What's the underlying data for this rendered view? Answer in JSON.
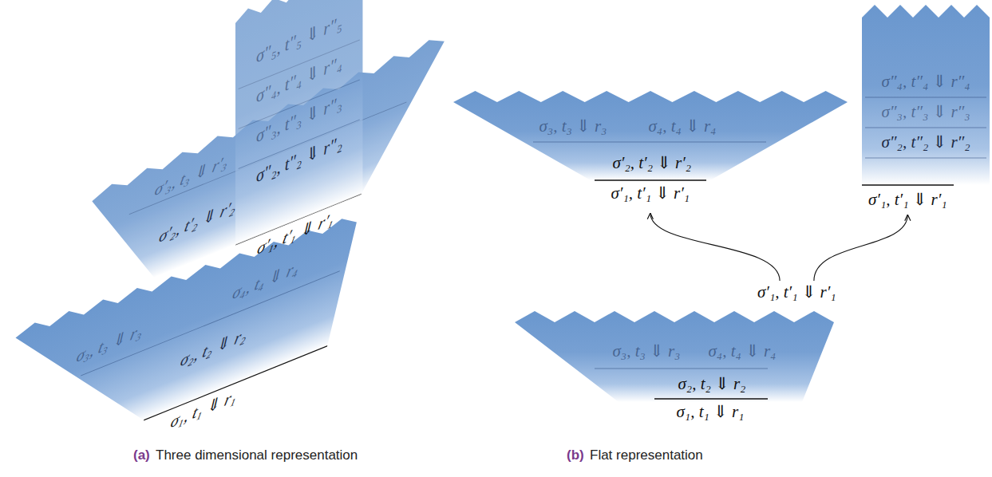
{
  "diagram": {
    "nodes": [
      {
        "text": [
          "σ′₃, t₃ ⇓ r′₃",
          "σ′₂, t′₂ ⇓ r′₂",
          "σ′₁, t′₁ ⇓ r′₁"
        ]
      },
      {
        "text": [
          "σ″₅, t″₅ ⇓ r″₅",
          "σ″₄, t″₄ ⇓ r″₄",
          "σ″₃, t″₃ ⇓ r″₃",
          "σ″₂, t″₂ ⇓ r″₂"
        ]
      },
      {
        "text": [
          "σ₃, t₃ ⇓ r₃",
          "σ₄, t₄ ⇓ r₄",
          "σ₂, t₂ ⇓ r₂",
          "σ₁, t₁ ⇓ r₁"
        ]
      },
      {
        "text": [
          "σ₃, t₃ ⇓ r₃",
          "σ₄, t₄ ⇓ r₄",
          "σ′₂, t′₂ ⇓ r′₂",
          "σ′₁, t′₁ ⇓ r′₁"
        ]
      },
      {
        "text": [
          "σ″₄, t″₄ ⇓ r″₄",
          "σ″₃, t″₃ ⇓ r″₃",
          "σ″₂, t″₂ ⇓ r″₂",
          "σ′₁, t′₁ ⇓ r′₁"
        ]
      },
      {
        "text": [
          "σ′₁, t′₁ ⇓ r′₁"
        ]
      },
      {
        "text": [
          "σ₃, t₃ ⇓ r₃",
          "σ₄, t₄ ⇓ r₄",
          "σ₂, t₂ ⇓ r₂",
          "σ₁, t₁ ⇓ r₁"
        ]
      }
    ],
    "edges": [
      {
        "from": 5,
        "to": 3,
        "arrow": "to"
      },
      {
        "from": 5,
        "to": 4,
        "arrow": "to"
      }
    ],
    "labels": [
      "(a)",
      "Three dimensional representation",
      "(b)",
      "Flat representation"
    ]
  }
}
